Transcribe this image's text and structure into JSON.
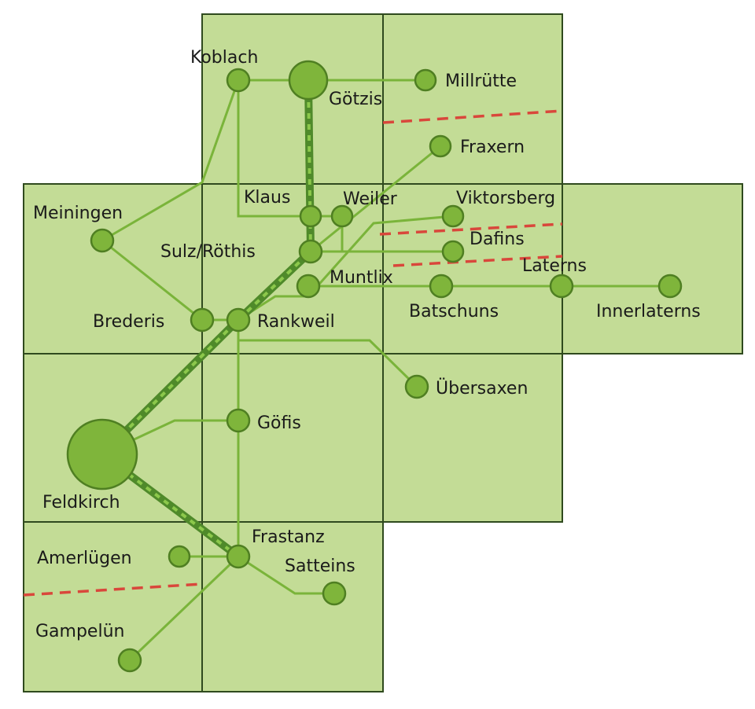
{
  "colors": {
    "cell_fill": "#c3dc96",
    "grid_line": "#2f4a1e",
    "route_line": "#7ab43a",
    "main_route": "#4f8a2a",
    "main_route_dash": "#8cc84b",
    "node_fill": "#7fb53b",
    "node_stroke": "#4f7f22",
    "border_dash": "#d9473b"
  },
  "places": [
    {
      "id": "koblach",
      "name": "Koblach"
    },
    {
      "id": "goetzis",
      "name": "Götzis"
    },
    {
      "id": "millruette",
      "name": "Millrütte"
    },
    {
      "id": "fraxern",
      "name": "Fraxern"
    },
    {
      "id": "klaus",
      "name": "Klaus"
    },
    {
      "id": "weiler",
      "name": "Weiler"
    },
    {
      "id": "viktorsberg",
      "name": "Viktorsberg"
    },
    {
      "id": "meiningen",
      "name": "Meiningen"
    },
    {
      "id": "sulz",
      "name": "Sulz/Röthis"
    },
    {
      "id": "dafins",
      "name": "Dafins"
    },
    {
      "id": "muntlix",
      "name": "Muntlix"
    },
    {
      "id": "laterns",
      "name": "Laterns"
    },
    {
      "id": "batschuns",
      "name": "Batschuns"
    },
    {
      "id": "innerlaterns",
      "name": "Innerlaterns"
    },
    {
      "id": "brederis",
      "name": "Brederis"
    },
    {
      "id": "rankweil",
      "name": "Rankweil"
    },
    {
      "id": "uebersaxen",
      "name": "Übersaxen"
    },
    {
      "id": "goefis",
      "name": "Göfis"
    },
    {
      "id": "feldkirch",
      "name": "Feldkirch"
    },
    {
      "id": "frastanz",
      "name": "Frastanz"
    },
    {
      "id": "amerluegen",
      "name": "Amerlügen"
    },
    {
      "id": "satteins",
      "name": "Satteins"
    },
    {
      "id": "gampeluen",
      "name": "Gampelün"
    }
  ]
}
